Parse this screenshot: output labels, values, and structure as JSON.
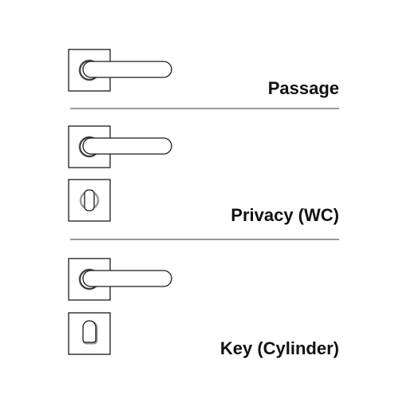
{
  "sections": [
    {
      "id": "passage",
      "label": "Passage"
    },
    {
      "id": "privacy",
      "label": "Privacy (WC)"
    },
    {
      "id": "key",
      "label": "Key (Cylinder)"
    }
  ],
  "colors": {
    "stroke": "#1a1a1a",
    "fill": "#ffffff",
    "shadow": "#9a9a9a",
    "divider": "#333333"
  }
}
